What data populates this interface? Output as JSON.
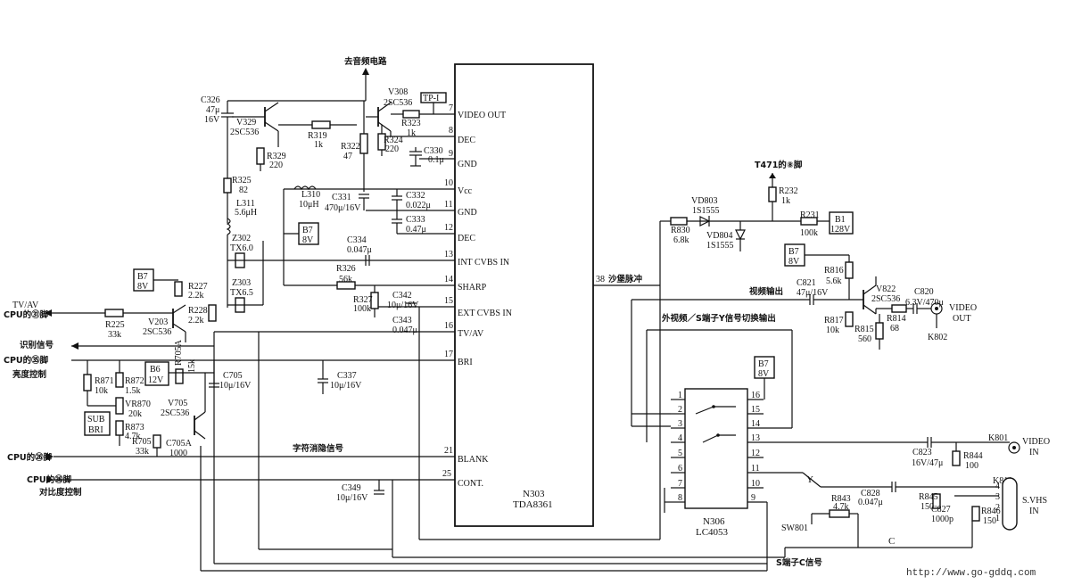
{
  "ic": {
    "n303_ref": "N303",
    "n303_part": "TDA8361",
    "n306_ref": "N306",
    "n306_part": "LC4053",
    "pins_left": [
      {
        "num": "7",
        "name": "VIDEO OUT"
      },
      {
        "num": "8",
        "name": "DEC"
      },
      {
        "num": "9",
        "name": "GND"
      },
      {
        "num": "10",
        "name": "Vcc"
      },
      {
        "num": "11",
        "name": "GND"
      },
      {
        "num": "12",
        "name": "DEC"
      },
      {
        "num": "13",
        "name": "INT CVBS IN"
      },
      {
        "num": "14",
        "name": "SHARP"
      },
      {
        "num": "15",
        "name": "EXT CVBS IN"
      },
      {
        "num": "16",
        "name": "TV/AV"
      },
      {
        "num": "17",
        "name": "BRI"
      },
      {
        "num": "21",
        "name": "BLANK"
      },
      {
        "num": "25",
        "name": "CONT."
      }
    ],
    "pin38": "38",
    "n306_pins_left": [
      "1",
      "2",
      "3",
      "4",
      "5",
      "6",
      "7",
      "8"
    ],
    "n306_pins_right": [
      "16",
      "15",
      "14",
      "13",
      "12",
      "11",
      "10",
      "9"
    ]
  },
  "labels": {
    "audio": "去音频电路",
    "sync": "沙堡脉冲",
    "video_out_cn": "视频输出",
    "switch_out": "外视频／S端子Y信号切换输出",
    "char_blank": "字符消隐信号",
    "s_c": "S端子C信号",
    "tvav": "TV/AV",
    "cpu31": "CPU的㉛脚",
    "ident": "识别信号",
    "cpu35": "CPU的㉟脚",
    "bri_ctl": "亮度控制",
    "cpu26": "CPU的㉖脚",
    "cpu36": "CPU的㊱脚",
    "cont_ctl": "对比度控制",
    "t471": "T471的⑧脚",
    "y": "Y",
    "c": "C",
    "video_out": "VIDEO",
    "video_out2": "OUT",
    "video_in": "VIDEO",
    "video_in2": "IN",
    "svhs": "S.VHS",
    "svhs2": "IN",
    "watermark": "http://www.go-gddq.com"
  },
  "boxes": {
    "b7_a": [
      "B7",
      "8V"
    ],
    "b7_b": [
      "B7",
      "8V"
    ],
    "b7_c": [
      "B7",
      "8V"
    ],
    "b7_d": [
      "B7",
      "8V"
    ],
    "b1": [
      "B1",
      "128V"
    ],
    "b6": [
      "B6",
      "12V"
    ],
    "subbri": [
      "SUB",
      "BRI"
    ],
    "tp": "TP-I"
  },
  "parts": {
    "C326": [
      "C326",
      "47μ",
      "16V"
    ],
    "V329": [
      "V329",
      "2SC536"
    ],
    "R319": [
      "R319",
      "1k"
    ],
    "R329": [
      "R329",
      "220"
    ],
    "R322": [
      "R322",
      "47"
    ],
    "V308": [
      "V308",
      "2SC536"
    ],
    "R323": [
      "R323",
      "1k"
    ],
    "R324": [
      "R324",
      "220"
    ],
    "C330": [
      "C330",
      "0.1μ"
    ],
    "R325": [
      "R325",
      "82"
    ],
    "L311": [
      "L311",
      "5.6μH"
    ],
    "L310": [
      "L310",
      "10μH"
    ],
    "C331": [
      "C331",
      "470μ/16V"
    ],
    "C332": [
      "C332",
      "0.022μ"
    ],
    "C333": [
      "C333",
      "0.47μ"
    ],
    "Z302": [
      "Z302",
      "TX6.0"
    ],
    "Z303": [
      "Z303",
      "TX6.5"
    ],
    "C334": [
      "C334",
      "0.047μ"
    ],
    "R326": [
      "R326",
      "56k"
    ],
    "R327": [
      "R327",
      "100k"
    ],
    "C342": [
      "C342",
      "10μ/16V"
    ],
    "C343": [
      "C343",
      "0.047μ"
    ],
    "R227": [
      "R227",
      "2.2k"
    ],
    "R228": [
      "R228",
      "2.2k"
    ],
    "R225": [
      "R225",
      "33k"
    ],
    "V203": [
      "V203",
      "2SC536"
    ],
    "R871": [
      "R871",
      "10k"
    ],
    "R872": [
      "R872",
      "1.5k"
    ],
    "VR870": [
      "VR870",
      "20k"
    ],
    "R873": [
      "R873",
      "4.7k"
    ],
    "R705": [
      "R705",
      "33k"
    ],
    "R705A": [
      "R705A",
      "15k"
    ],
    "V705": [
      "V705",
      "2SC536"
    ],
    "C705A": [
      "C705A",
      "1000"
    ],
    "C705": [
      "C705",
      "10μ/16V"
    ],
    "C337": [
      "C337",
      "10μ/16V"
    ],
    "C349": [
      "C349",
      "10μ/16V"
    ],
    "VD803": [
      "VD803",
      "1S1555"
    ],
    "VD804": [
      "VD804",
      "1S1555"
    ],
    "R830": [
      "R830",
      "6.8k"
    ],
    "R232": [
      "R232",
      "1k"
    ],
    "R231": [
      "R231",
      "100k"
    ],
    "R816": [
      "R816",
      "5.6k"
    ],
    "C821": [
      "C821",
      "47μ/16V"
    ],
    "V822": [
      "V822",
      "2SC536"
    ],
    "C820": [
      "C820",
      "6.3V/470μ"
    ],
    "R817": [
      "R817",
      "10k"
    ],
    "R815": [
      "R815",
      "560"
    ],
    "R814": [
      "R814",
      "68"
    ],
    "K802": "K802",
    "K801": "K801",
    "K811": "K811",
    "C823": [
      "C823",
      "16V/47μ"
    ],
    "R844": [
      "R844",
      "100"
    ],
    "R843": [
      "R843",
      "4.7k"
    ],
    "C828": [
      "C828",
      "0.047μ"
    ],
    "R845": [
      "R845",
      "150"
    ],
    "C827": [
      "C827",
      "1000p"
    ],
    "R846": [
      "R846",
      "150"
    ],
    "SW801": "SW801",
    "svhs_pins": [
      "4",
      "3",
      "2",
      "1"
    ]
  }
}
